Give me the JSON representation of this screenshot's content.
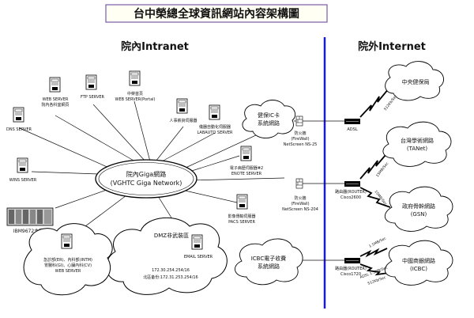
{
  "title": "台中榮總全球資訊網站內容架構圖",
  "sections": {
    "intranet": "院內Intranet",
    "internet": "院外Internet"
  },
  "core": {
    "line1": "院內Giga網路",
    "line2": "(VGHTC Giga Network)"
  },
  "servers": {
    "web_dept": [
      "WEB SERVER",
      "院內各科室網頁"
    ],
    "ftp": [
      "FTP SERVER"
    ],
    "portal": [
      "中榮首頁",
      "WEB SERVER(Portal)"
    ],
    "personnel": [
      "人事薪資伺服器"
    ],
    "labauto": [
      "儀器自動化伺服器",
      "LABAUTO SERVER"
    ],
    "dns": [
      "DNS SERVER"
    ],
    "wins": [
      "WINS SERVER"
    ],
    "ibm": [
      "IBM9672主機"
    ],
    "enote": [
      "電子病歷伺服器#2",
      "ENOTE SERVER"
    ],
    "pacs": [
      "影像傳輸伺服器",
      "PACS SERVER"
    ],
    "email": [
      "EMAIL SERVER"
    ],
    "dept_web": [
      "急診部(ER)、內科部(INTM)",
      "胃腸科(GI)、心臟內科(CV)",
      "WEB SERVER"
    ]
  },
  "dmz": {
    "label": "DMZ非武裝區",
    "ip1": "172.30.254.254/16",
    "ip2": "北區备份:172.31.253.254/16"
  },
  "clouds": {
    "ic": [
      "健保IC卡",
      "系統網路"
    ],
    "icbc_sys": [
      "ICBC電子收費",
      "系統網路"
    ],
    "nhi": [
      "中央健保局"
    ],
    "tanet": [
      "台灣學術網路",
      "(TANet)"
    ],
    "gsn": [
      "政府骨幹網路",
      "(GSN)"
    ],
    "icbc_bank": [
      "中國商銀網路",
      "(ICBC)"
    ]
  },
  "firewalls": {
    "fw1": [
      "防火牆",
      "(FireWall)",
      "NetScreen NS-25"
    ],
    "fw2": [
      "防火牆",
      "(FireWall)",
      "NetScreen NS-204"
    ]
  },
  "routers": {
    "adsl": [
      "ADSL"
    ],
    "cisco2600": [
      "路由器(ROUTER)",
      "Cisco2600"
    ],
    "cisco1720": [
      "路由器(ROUTER)",
      "Cisco1720"
    ]
  },
  "speeds": {
    "nhi": "512Kb/Sec",
    "tanet": "15MB/Sec",
    "gsn": "15MB/Sec",
    "icbc_top": "1.5MB/Sec",
    "icbc_bottom": [
      "ADSL 1.5MB/Sec",
      "512Kb/Sec"
    ]
  },
  "colors": {
    "title_border": "#7a5aa8",
    "divider": "#1a1ad0",
    "link": "#111111",
    "lightning": "#000000"
  }
}
